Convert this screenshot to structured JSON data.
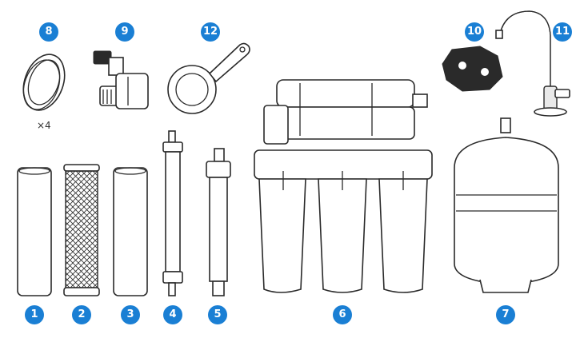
{
  "colors": {
    "badge": "#1a7fd4",
    "line": "#2a2a2a"
  },
  "callouts": {
    "c1": "1",
    "c2": "2",
    "c3": "3",
    "c4": "4",
    "c5": "5",
    "c6": "6",
    "c7": "7",
    "c8": "8",
    "c9": "9",
    "c10": "10",
    "c11": "11",
    "c12": "12"
  },
  "quantity_8": "×4"
}
